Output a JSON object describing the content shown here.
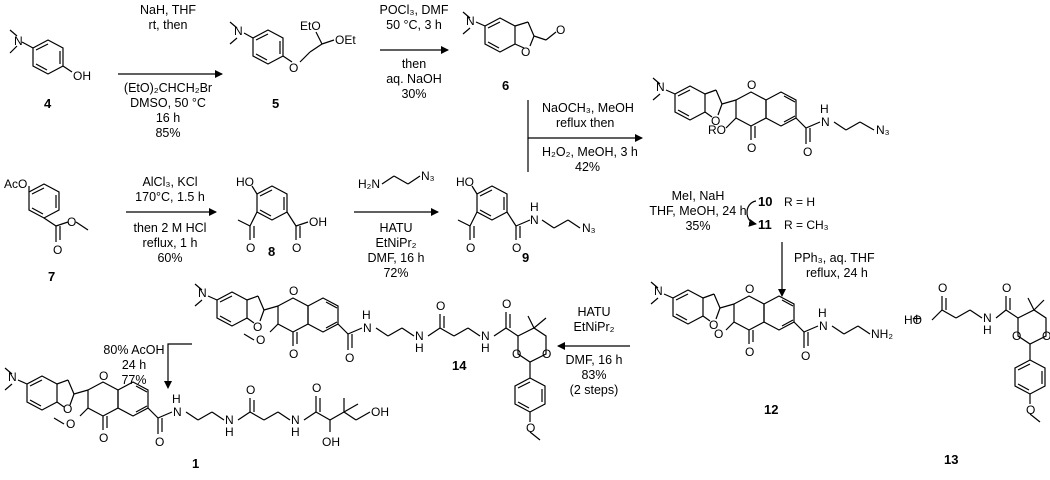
{
  "step1": {
    "line1": "NaH, THF",
    "line2": "rt, then",
    "line3": "(EtO)₂CHCH₂Br",
    "line4": "DMSO, 50 °C",
    "line5": "16 h",
    "line6": "85%"
  },
  "step2": {
    "line1": "POCl₃, DMF",
    "line2": "50 °C, 3 h",
    "line3": "then",
    "line4": "aq. NaOH",
    "line5": "30%"
  },
  "step3": {
    "line1": "NaOCH₃, MeOH",
    "line2": "reflux then",
    "line3": "H₂O₂, MeOH, 3 h",
    "line4": "42%"
  },
  "step4": {
    "line1": "AlCl₃, KCl",
    "line2": "170°C, 1.5 h",
    "line3": "then 2 M HCl",
    "line4": "reflux, 1 h",
    "line5": "60%"
  },
  "step5": {
    "line1": "HATU",
    "line2": "EtNiPr₂",
    "line3": "DMF, 16 h",
    "line4": "72%"
  },
  "step6": {
    "line1": "MeI, NaH",
    "line2": "THF, MeOH, 24 h",
    "line3": "35%"
  },
  "step7": {
    "line1": "PPh₃, aq. THF",
    "line2": "reflux, 24 h"
  },
  "step8": {
    "line1": "HATU",
    "line2": "EtNiPr₂",
    "line3": "DMF, 16 h",
    "line4": "83%",
    "line5": "(2 steps)"
  },
  "step9": {
    "line1": "80% AcOH",
    "line2": "24 h",
    "line3": "77%"
  },
  "compounds": {
    "c4": "4",
    "c5": "5",
    "c6": "6",
    "c7": "7",
    "c8": "8",
    "c9": "9",
    "c10": "10",
    "c10r": "R = H",
    "c11": "11",
    "c11r": "R = CH₃",
    "c12": "12",
    "c13": "13",
    "c14": "14",
    "c1": "1"
  },
  "groups": {
    "N": "N",
    "OH": "OH",
    "O": "O",
    "EtO": "EtO",
    "OEt": "OEt",
    "AcO": "AcO",
    "HO": "HO",
    "N3": "N₃",
    "H2N": "H₂N",
    "NH2": "NH₂",
    "H": "H",
    "RO": "RO",
    "plus": "+"
  }
}
